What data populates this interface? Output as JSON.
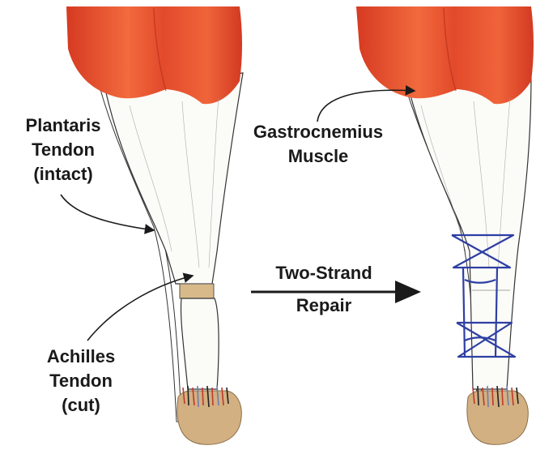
{
  "labels": {
    "plantaris": [
      "Plantaris",
      "Tendon",
      "(intact)"
    ],
    "gastrocnemius": [
      "Gastrocnemius",
      "Muscle"
    ],
    "achilles": [
      "Achilles",
      "Tendon",
      "(cut)"
    ],
    "procedure": [
      "Two-Strand",
      "Repair"
    ]
  },
  "colors": {
    "muscle": "#e8492c",
    "muscle_light": "#f26a3d",
    "tendon": "#fbfbf8",
    "cut_gap": "#d8b98a",
    "heel": "#d2b082",
    "suture": "#2e3fa3",
    "outline": "#333333",
    "text": "#1a1a1a"
  }
}
